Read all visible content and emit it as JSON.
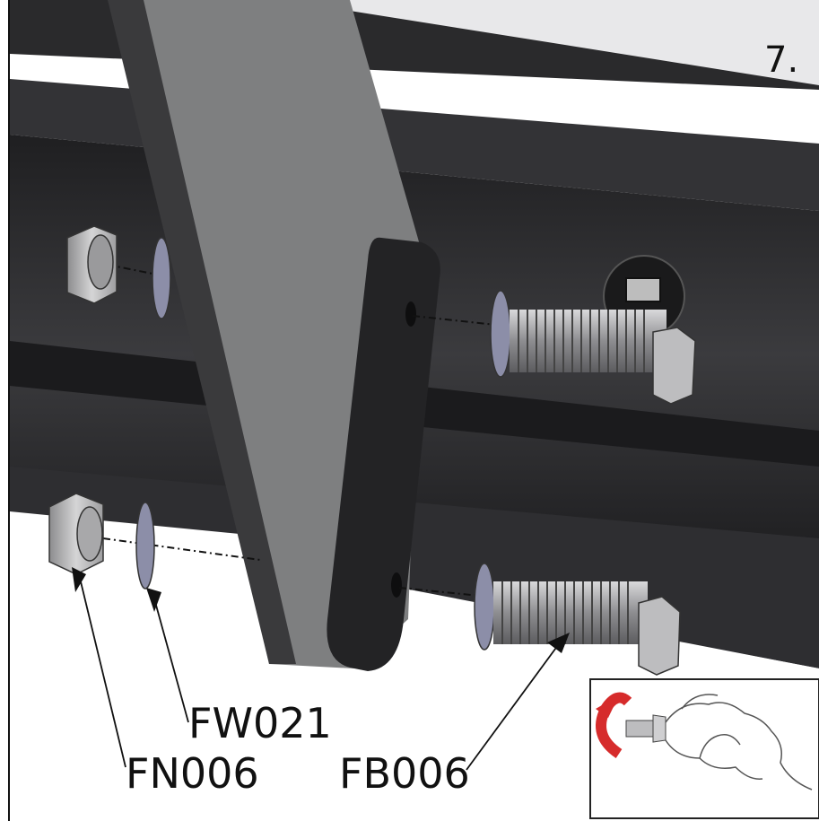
{
  "step": {
    "number": "7."
  },
  "labels": {
    "washer": "FW021",
    "nut": "FN006",
    "bolt": "FB006"
  },
  "colors": {
    "frame_dark": "#2b2b2e",
    "frame_mid": "#3a3a3d",
    "bracket": "#7e7f80",
    "plate": "#232325",
    "washer": "#8c8ea8",
    "bolt": "#a9a9ab",
    "nut": "#b7b7b7",
    "arrow_red": "#d62b2b"
  },
  "icons": {
    "inset": "hand-tighten-bolt-icon"
  }
}
